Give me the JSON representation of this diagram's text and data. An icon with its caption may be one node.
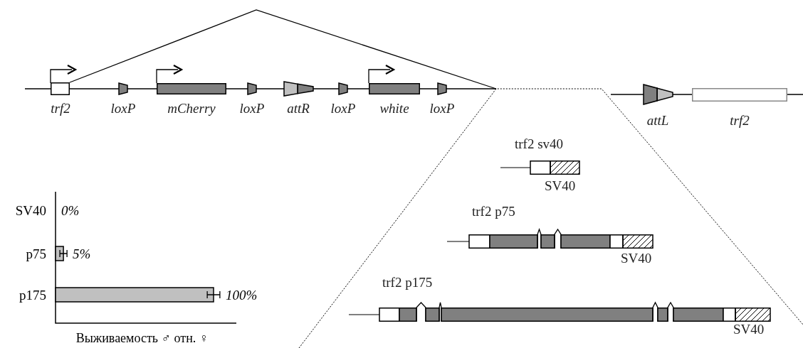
{
  "diagram": {
    "nodes": [
      {
        "text": [
          "trf2"
        ]
      },
      {
        "text": [
          "loxP"
        ]
      },
      {
        "text": [
          "mCherry"
        ]
      },
      {
        "text": [
          "loxP"
        ]
      },
      {
        "text": [
          "attR"
        ]
      },
      {
        "text": [
          "loxP"
        ]
      },
      {
        "text": [
          "white"
        ]
      },
      {
        "text": [
          "loxP"
        ]
      },
      {
        "text": [
          "attL"
        ]
      },
      {
        "text": [
          "trf2"
        ]
      },
      {
        "text": [
          "trf2 sv40",
          "SV40"
        ]
      },
      {
        "text": [
          "trf2 p75",
          "SV40"
        ]
      },
      {
        "text": [
          "trf2 p175",
          "SV40"
        ]
      }
    ],
    "chart_data": {
      "type": "bar",
      "orientation": "horizontal",
      "xlabel": "Выживаемость ♂ отн. ♀",
      "categories": [
        "SV40",
        "p75",
        "p175"
      ],
      "values": [
        0,
        5,
        100
      ],
      "value_labels": [
        "0%",
        "5%",
        "100%"
      ]
    }
  }
}
